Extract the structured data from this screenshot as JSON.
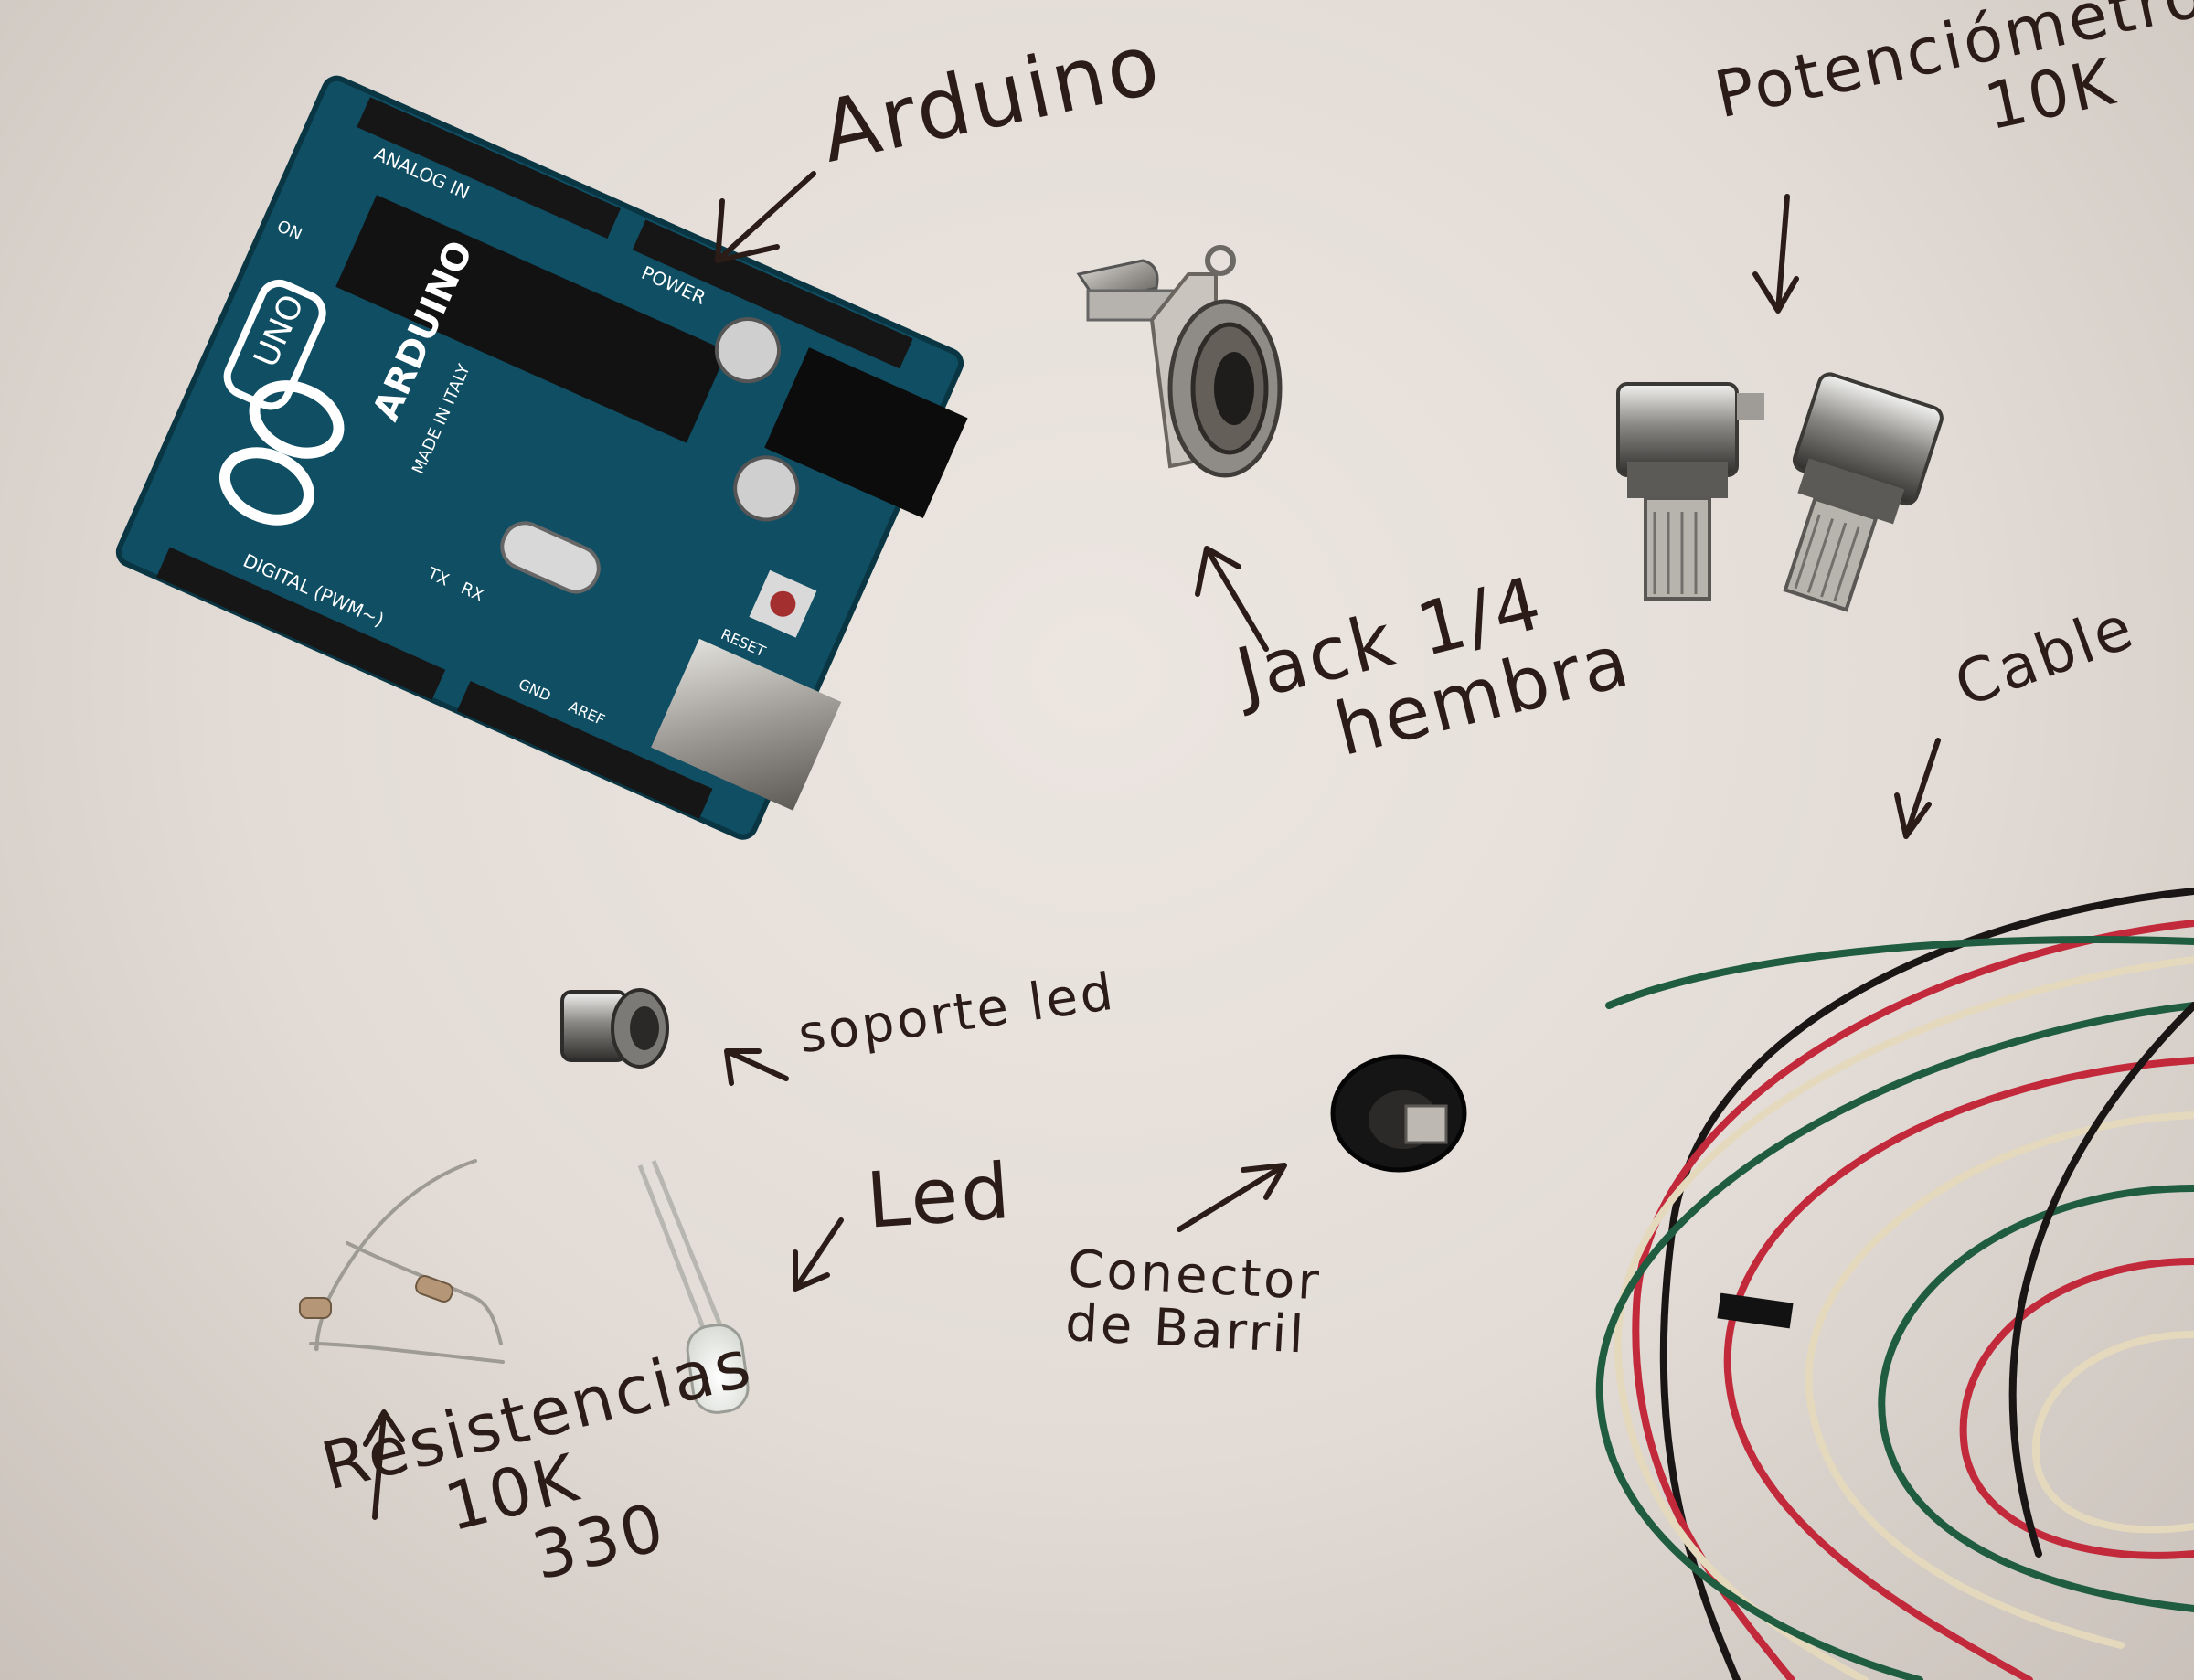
{
  "labels": {
    "arduino": "Arduino",
    "potentiometer": [
      "Potenciómetro",
      "10K"
    ],
    "jack": [
      "Jack 1/4",
      "hembra"
    ],
    "cable": "Cable",
    "led_holder": "soporte led",
    "led": "Led",
    "barrel_connector": [
      "Conector",
      "de Barril"
    ],
    "resistors": [
      "Resistencias",
      "10K",
      "330"
    ]
  },
  "board_markings": {
    "brand": "ARDUINO",
    "model": "UNO",
    "origin": "MADE IN ITALY",
    "section_analog": "ANALOG IN",
    "section_power": "POWER",
    "section_digital": "DIGITAL (PWM~)",
    "on_led": "ON",
    "tx": "TX",
    "rx": "RX",
    "aref": "AREF",
    "gnd": "GND",
    "reset": "RESET"
  },
  "colors": {
    "paper": "#e6e0da",
    "ink": "#2b1c18",
    "board": "#0f4e63",
    "metal": "#a9a7a3",
    "wire_red": "#c2293a",
    "wire_green": "#1f5c40",
    "wire_white": "#e4d9bd",
    "wire_black": "#1a1616"
  }
}
